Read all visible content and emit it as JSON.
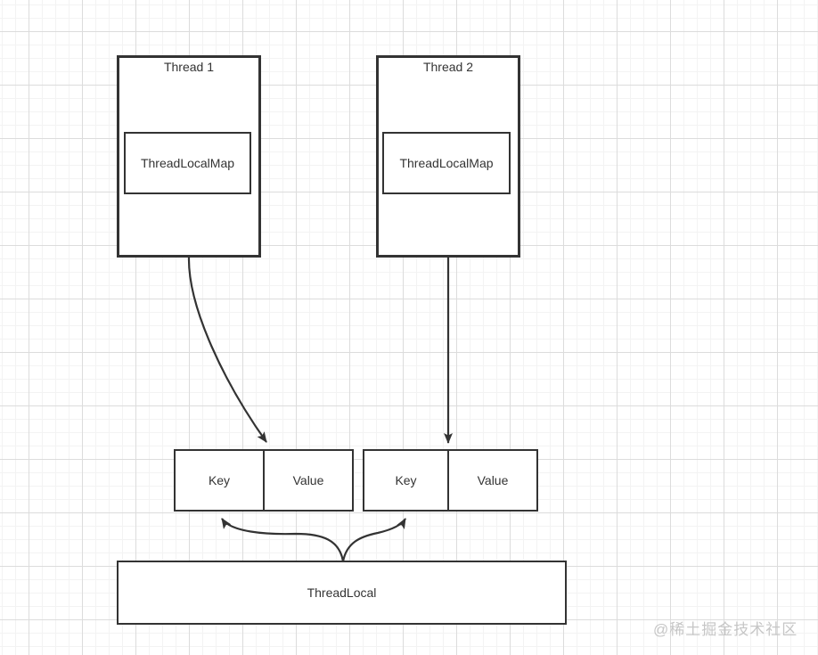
{
  "colors": {
    "stroke": "#333333",
    "text": "#333333",
    "background": "#ffffff",
    "grid_minor": "#f3f3f3",
    "grid_major": "#dcdcdc",
    "watermark_text": "#c6c6c6"
  },
  "threads": [
    {
      "title": "Thread 1",
      "map_label": "ThreadLocalMap"
    },
    {
      "title": "Thread 2",
      "map_label": "ThreadLocalMap"
    }
  ],
  "entries": [
    {
      "key": "Key",
      "value": "Value"
    },
    {
      "key": "Key",
      "value": "Value"
    }
  ],
  "threadlocal_label": "ThreadLocal",
  "watermark": "@稀土掘金技术社区"
}
